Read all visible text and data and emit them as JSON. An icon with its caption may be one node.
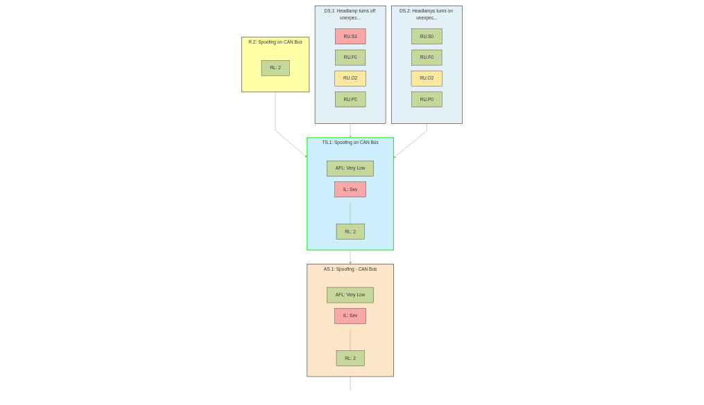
{
  "diagram": {
    "nodes": [
      {
        "text": [
          "R.2: Spoofing on CAN Bus"
        ]
      },
      {
        "text": [
          "RL: 2"
        ],
        "in": 0
      },
      {
        "text": [
          "DS.1: Headlamp turns off unexpec..."
        ]
      },
      {
        "text": [
          "RU.S3"
        ],
        "in": 2
      },
      {
        "text": [
          "RU.F0"
        ],
        "in": 2
      },
      {
        "text": [
          "RU.O2"
        ],
        "in": 2
      },
      {
        "text": [
          "RU.P0"
        ],
        "in": 2
      },
      {
        "text": [
          "DS.2: Headlamps turns on unexpec..."
        ]
      },
      {
        "text": [
          "RU.S0"
        ],
        "in": 7
      },
      {
        "text": [
          "RU.F0"
        ],
        "in": 7
      },
      {
        "text": [
          "RU.O2"
        ],
        "in": 7
      },
      {
        "text": [
          "RU.P0"
        ],
        "in": 7
      },
      {
        "text": [
          "TS.1: Spoofing on CAN Bus"
        ]
      },
      {
        "text": [
          "AFL: Very Low"
        ],
        "in": 12
      },
      {
        "text": [
          "IL: Sev"
        ],
        "in": 12
      },
      {
        "text": [
          "RL: 2"
        ],
        "in": 12
      },
      {
        "text": [
          "AS.1: Spoofing - CAN Bus"
        ]
      },
      {
        "text": [
          "AFL: Very Low"
        ],
        "in": 16
      },
      {
        "text": [
          "IL: Sev"
        ],
        "in": 16
      },
      {
        "text": [
          "RL: 2"
        ],
        "in": 16
      }
    ],
    "edges": [
      {
        "from": 0,
        "to": 12,
        "arrow": "to"
      },
      {
        "from": 2,
        "to": 12,
        "arrow": "to"
      },
      {
        "from": 7,
        "to": 12,
        "arrow": "to"
      },
      {
        "from": 12,
        "to": 16,
        "arrow": "to"
      },
      {
        "from": 16,
        "to": null,
        "arrow": "none"
      }
    ]
  }
}
